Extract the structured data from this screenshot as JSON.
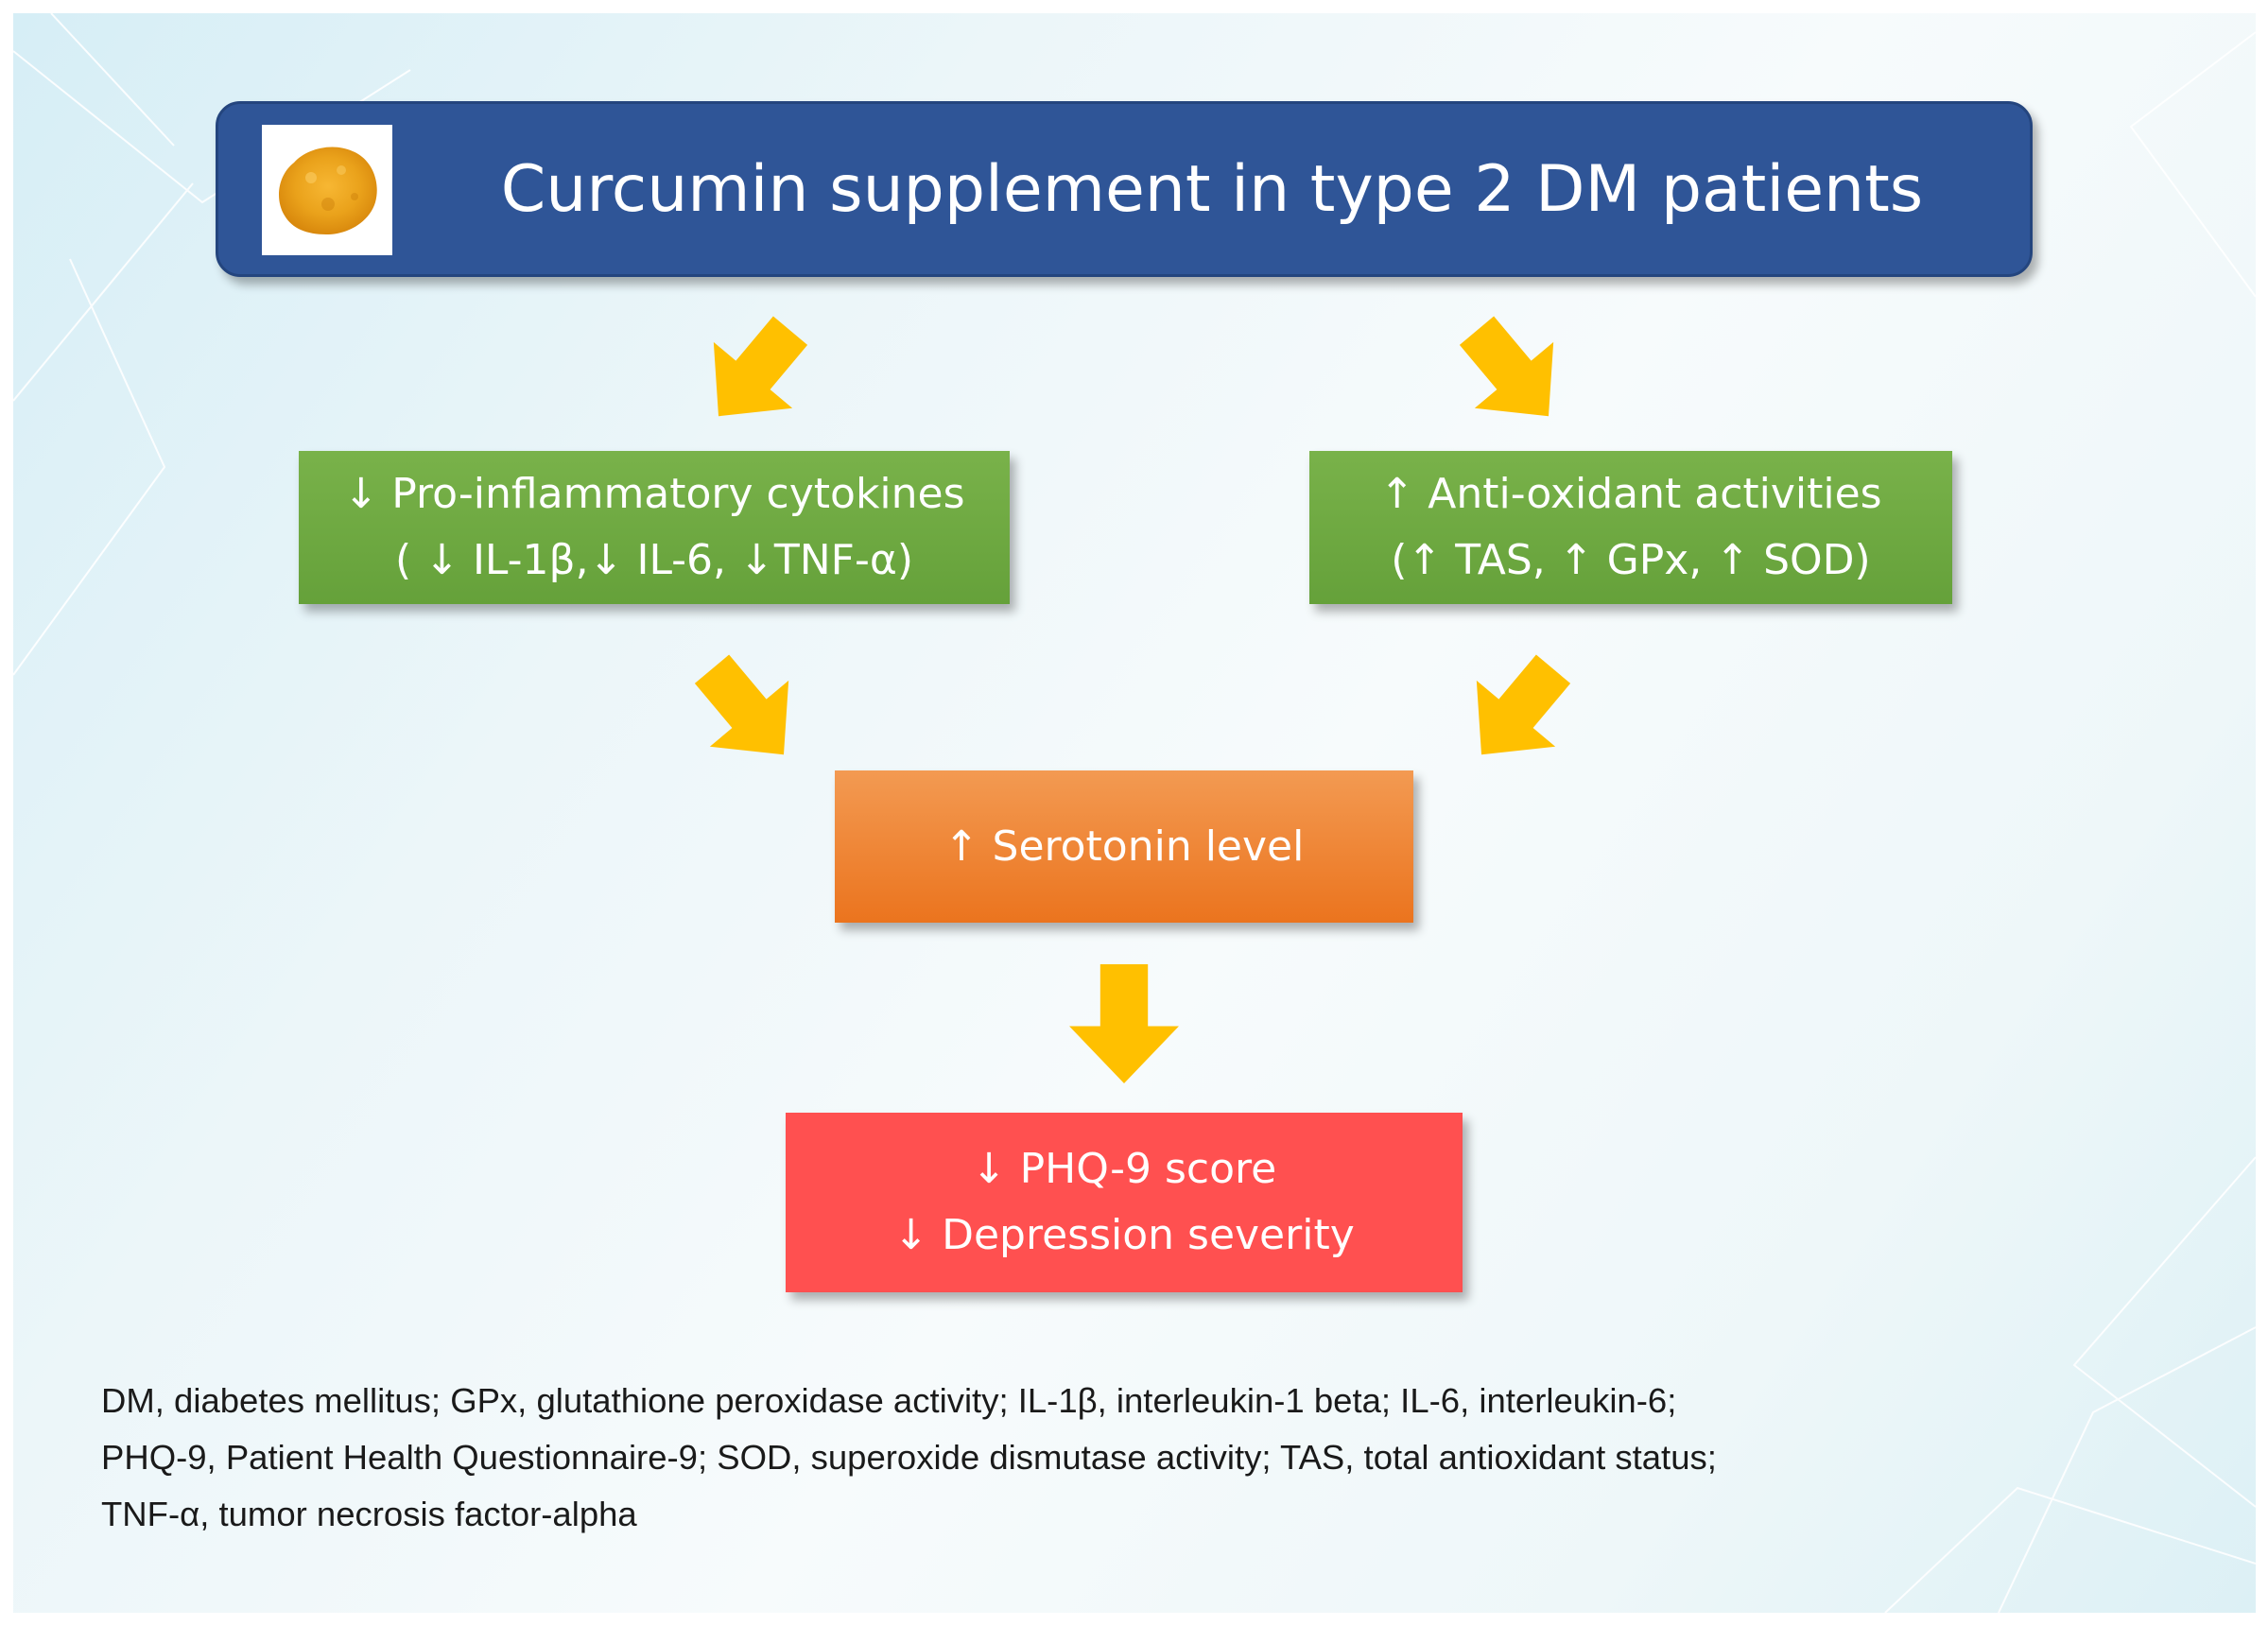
{
  "header": {
    "title": "Curcumin supplement in type 2 DM patients"
  },
  "boxes": {
    "inflammation": {
      "line1": "↓  Pro-inflammatory cytokines",
      "line2": "( ↓ IL-1β,↓ IL-6, ↓TNF-α)"
    },
    "antioxidant": {
      "line1": "↑  Anti-oxidant activities",
      "line2": "(↑ TAS, ↑ GPx, ↑ SOD)"
    },
    "serotonin": {
      "line1": "↑ Serotonin level"
    },
    "outcome": {
      "line1": "↓ PHQ-9 score",
      "line2": "↓ Depression severity"
    }
  },
  "footnote": {
    "line1": "DM, diabetes mellitus; GPx, glutathione peroxidase activity; IL-1β, interleukin-1 beta; IL-6, interleukin-6;",
    "line2": "PHQ-9, Patient Health Questionnaire-9; SOD, superoxide dismutase activity; TAS, total antioxidant status;",
    "line3": "TNF-α, tumor necrosis factor-alpha"
  },
  "colors": {
    "title_box": "#2f5597",
    "green_box": "#70ad47",
    "orange_box": "#ed7d31",
    "red_box": "#ff5050",
    "arrow": "#ffc000"
  },
  "icons": {
    "image": "turmeric-powder-image",
    "arrows": "yellow-block-arrow-icon"
  }
}
